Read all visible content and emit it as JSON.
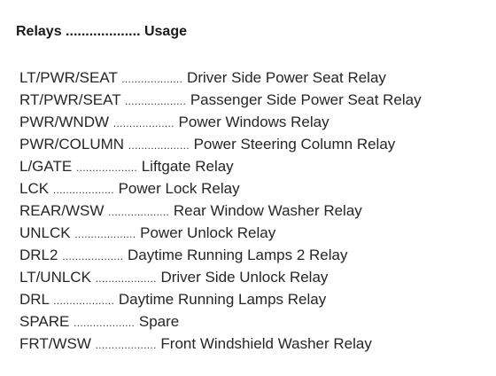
{
  "header": {
    "label": "Relays",
    "dots": "...................",
    "usage": "Usage"
  },
  "leader": "...................",
  "relays": [
    {
      "code": "LT/PWR/SEAT",
      "usage": "Driver Side Power Seat Relay"
    },
    {
      "code": "RT/PWR/SEAT",
      "usage": "Passenger Side Power Seat Relay"
    },
    {
      "code": "PWR/WNDW",
      "usage": "Power Windows Relay"
    },
    {
      "code": "PWR/COLUMN",
      "usage": "Power Steering Column Relay"
    },
    {
      "code": "L/GATE",
      "usage": "Liftgate Relay"
    },
    {
      "code": "LCK",
      "usage": "Power Lock Relay"
    },
    {
      "code": "REAR/WSW",
      "usage": "Rear Window Washer Relay"
    },
    {
      "code": "UNLCK",
      "usage": "Power Unlock Relay"
    },
    {
      "code": "DRL2",
      "usage": "Daytime Running Lamps 2 Relay"
    },
    {
      "code": "LT/UNLCK",
      "usage": "Driver Side Unlock Relay"
    },
    {
      "code": "DRL",
      "usage": "Daytime Running Lamps Relay"
    },
    {
      "code": "SPARE",
      "usage": "Spare"
    },
    {
      "code": "FRT/WSW",
      "usage": "Front Windshield Washer Relay"
    }
  ]
}
